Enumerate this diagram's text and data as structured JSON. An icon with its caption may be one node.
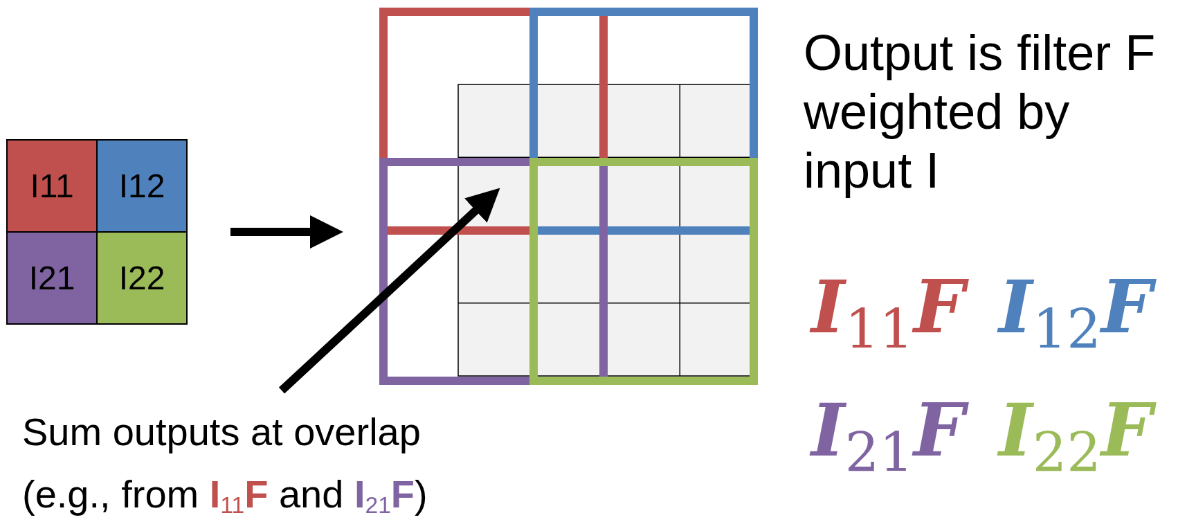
{
  "diagram": {
    "nodes": [
      {
        "text": [],
        "shape": "box"
      },
      {
        "text": [
          "I11"
        ],
        "in": 0
      },
      {
        "text": [
          "I12"
        ],
        "in": 0
      },
      {
        "text": [
          "I21"
        ],
        "in": 0
      },
      {
        "text": [
          "I22"
        ],
        "in": 0
      },
      {
        "text": [],
        "shape": "box"
      },
      {
        "text": [
          "Sum outputs at overlap (e.g., from **I**$_{11}$**F** and **I**$_{21}$**F**)"
        ]
      }
    ],
    "edges": [
      {
        "from": 0,
        "to": 5,
        "arrow": "to"
      },
      {
        "from": 6,
        "to": 5,
        "arrow": "to"
      }
    ],
    "labels": [
      "Output is filter F weighted by input I",
      "I$_{11}$F",
      "I$_{12}$F",
      "I$_{21}$F",
      "I$_{22}$F"
    ]
  }
}
